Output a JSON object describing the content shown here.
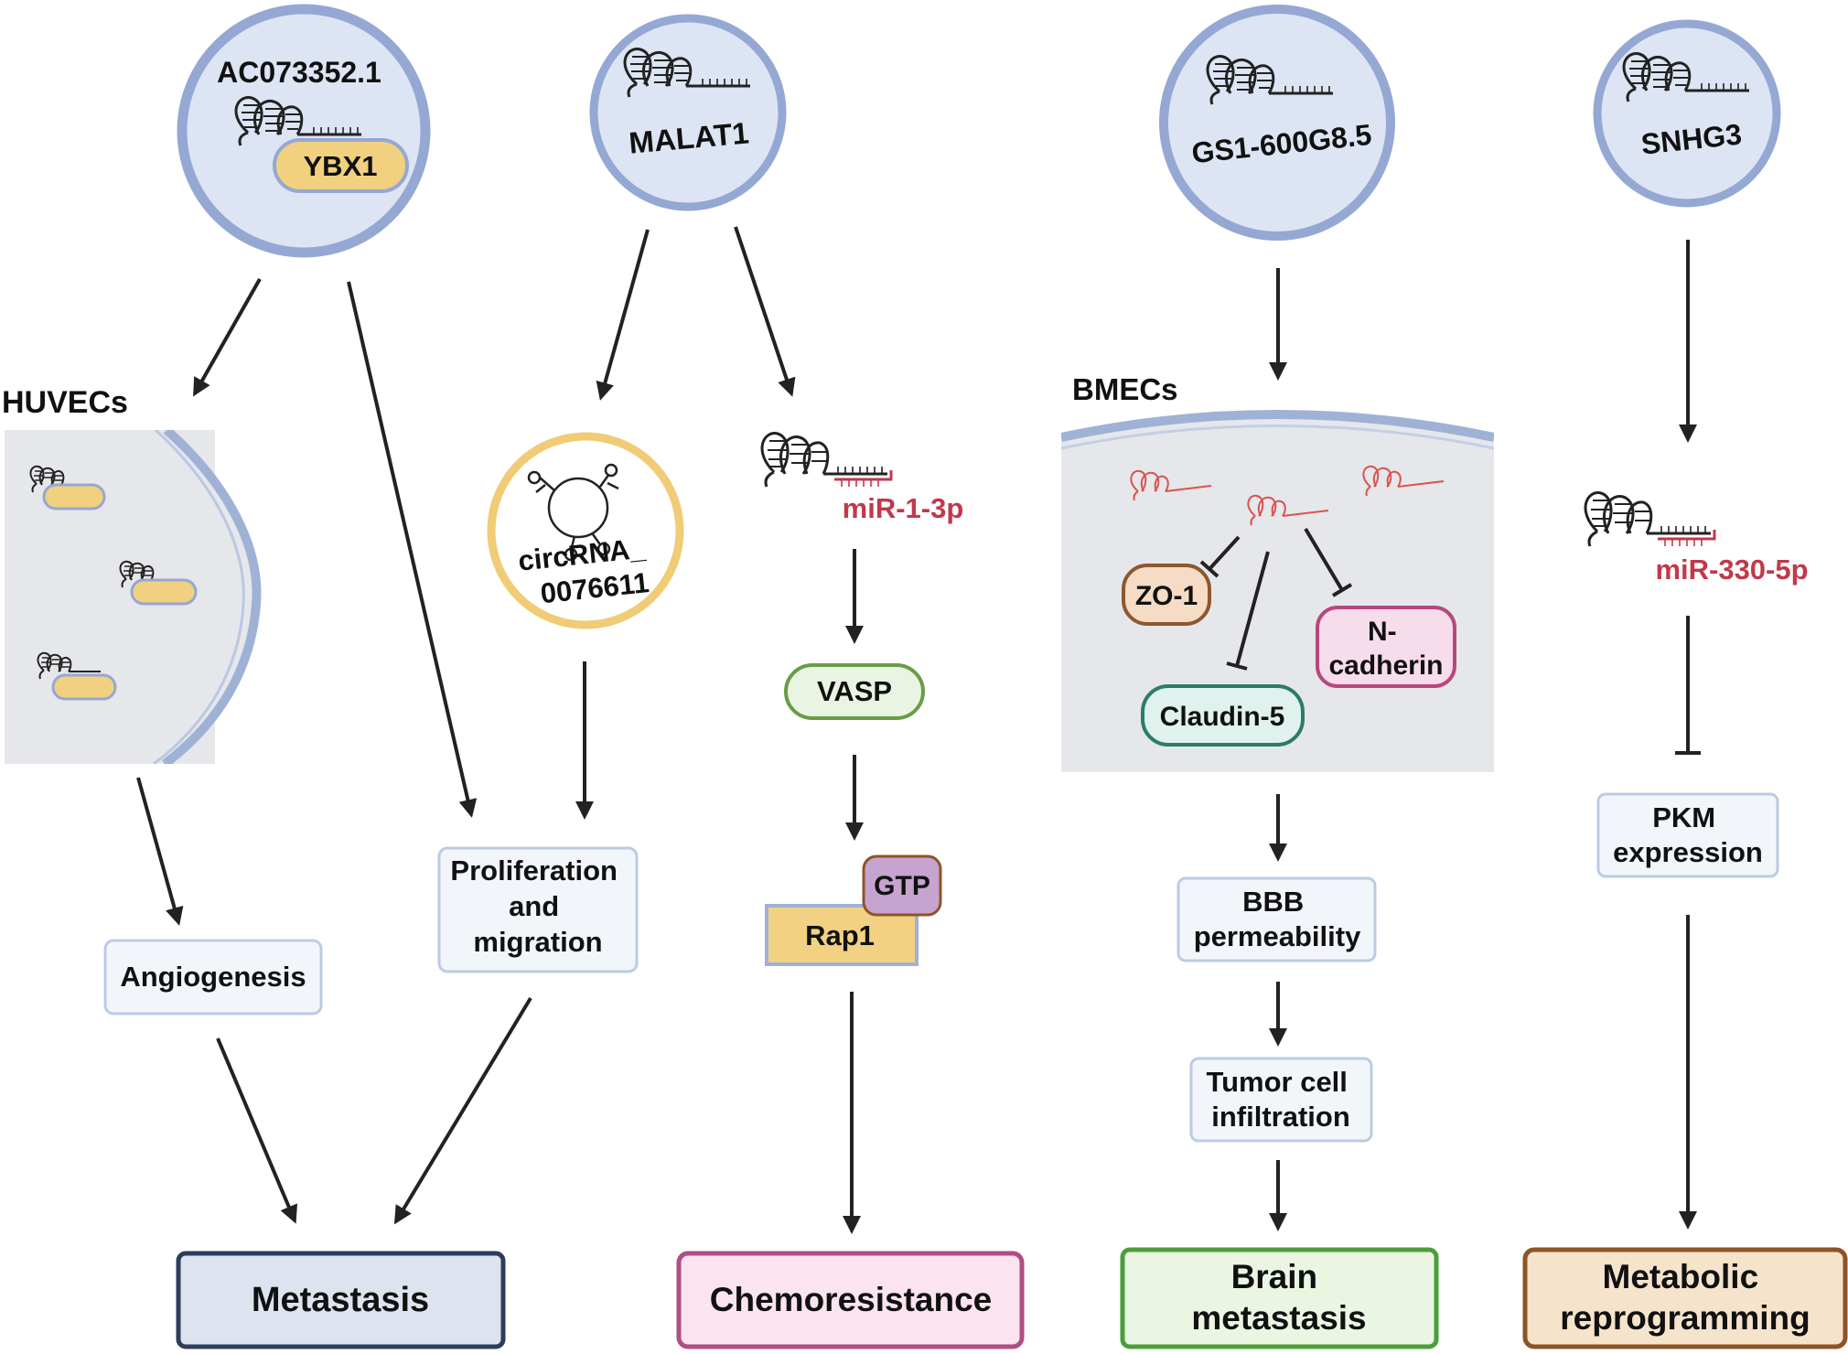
{
  "lncrnas": {
    "ac073352": "AC073352.1",
    "malat1": "MALAT1",
    "gs1": "GS1-600G8.5",
    "snhg3": "SNHG3"
  },
  "proteins": {
    "ybx1": "YBX1",
    "vasp": "VASP",
    "gtp": "GTP",
    "rap1": "Rap1",
    "zo1": "ZO-1",
    "claudin5": "Claudin-5",
    "ncadherin": [
      "N-",
      "cadherin"
    ]
  },
  "cells": {
    "huvecs": "HUVECs",
    "bmecs": "BMECs"
  },
  "noncoding": {
    "circrna": [
      "circRNA_",
      "0076611"
    ],
    "mir1": "miR-1-3p",
    "mir330": "miR-330-5p"
  },
  "processes": {
    "angiogenesis": "Angiogenesis",
    "proliferation": [
      "Proliferation",
      "and",
      "migration"
    ],
    "bbb": [
      "BBB",
      "permeability"
    ],
    "infiltration": [
      "Tumor cell",
      "infiltration"
    ],
    "pkm": [
      "PKM",
      "expression"
    ]
  },
  "outcomes": {
    "metastasis": "Metastasis",
    "chemoresistance": "Chemoresistance",
    "brain": [
      "Brain",
      "metastasis"
    ],
    "metabolic": [
      "Metabolic",
      "reprogramming"
    ]
  },
  "colors": {
    "circle_stroke": "#95a8d3",
    "circle_fill": "#dde4f3",
    "membrane_fill": "#e6e7ea",
    "membrane_stroke": "#9fb2d6",
    "ybx1_fill": "#f1d07f",
    "circrna_stroke": "#f0cc76",
    "mirna_red": "#c0394b",
    "vasp_stroke": "#6a9c48",
    "gtp_fill": "#c6a4cf",
    "rap1_fill": "#f2d282",
    "zo1_stroke": "#8d5730",
    "claudin_stroke": "#2c7b6b",
    "ncadherin_stroke": "#b8477f",
    "process_stroke": "#bccbe3",
    "metastasis_stroke": "#2e3c5b",
    "chemoresistance_stroke": "#b04d83",
    "brain_stroke": "#4c9e3a",
    "metabolic_stroke": "#8e5426"
  },
  "icons": [
    "lncrna-hairpin-icon",
    "mirna-hairpin-icon",
    "circrna-loop-icon",
    "inhibition-bar-icon",
    "activation-arrow-icon"
  ]
}
